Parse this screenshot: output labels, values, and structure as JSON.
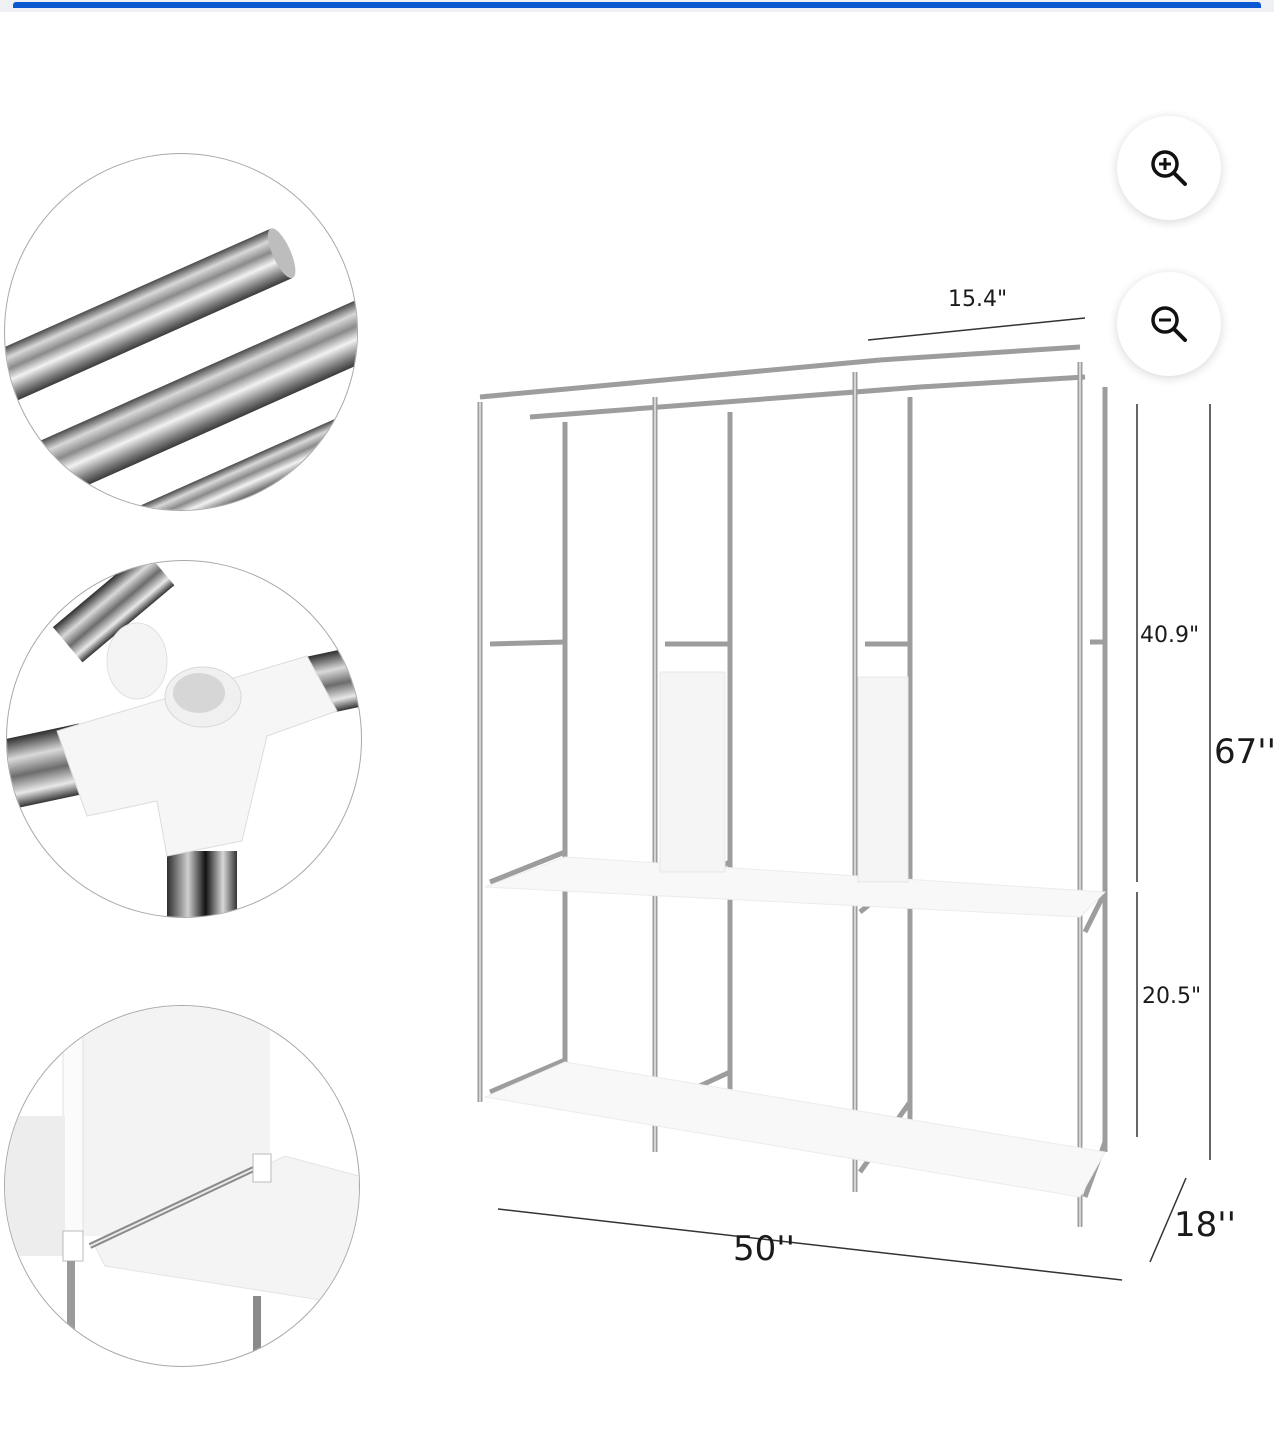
{
  "header": {
    "accent_color": "#0b57d0"
  },
  "controls": {
    "zoom_in": {
      "icon": "zoom-in-icon",
      "label": "Zoom in"
    },
    "zoom_out": {
      "icon": "zoom-out-icon",
      "label": "Zoom out"
    }
  },
  "product_image": {
    "subject": "3-section portable wardrobe closet rack with steel tubes and white shelves",
    "detail_callouts": [
      {
        "name": "steel-tubes-detail"
      },
      {
        "name": "connector-joint-detail"
      },
      {
        "name": "shelf-divider-detail"
      }
    ],
    "dimensions": {
      "depth_top": "15.4\"",
      "upper_height": "40.9\"",
      "lower_height": "20.5\"",
      "total_height": "67''",
      "width": "50''",
      "depth": "18''"
    }
  }
}
